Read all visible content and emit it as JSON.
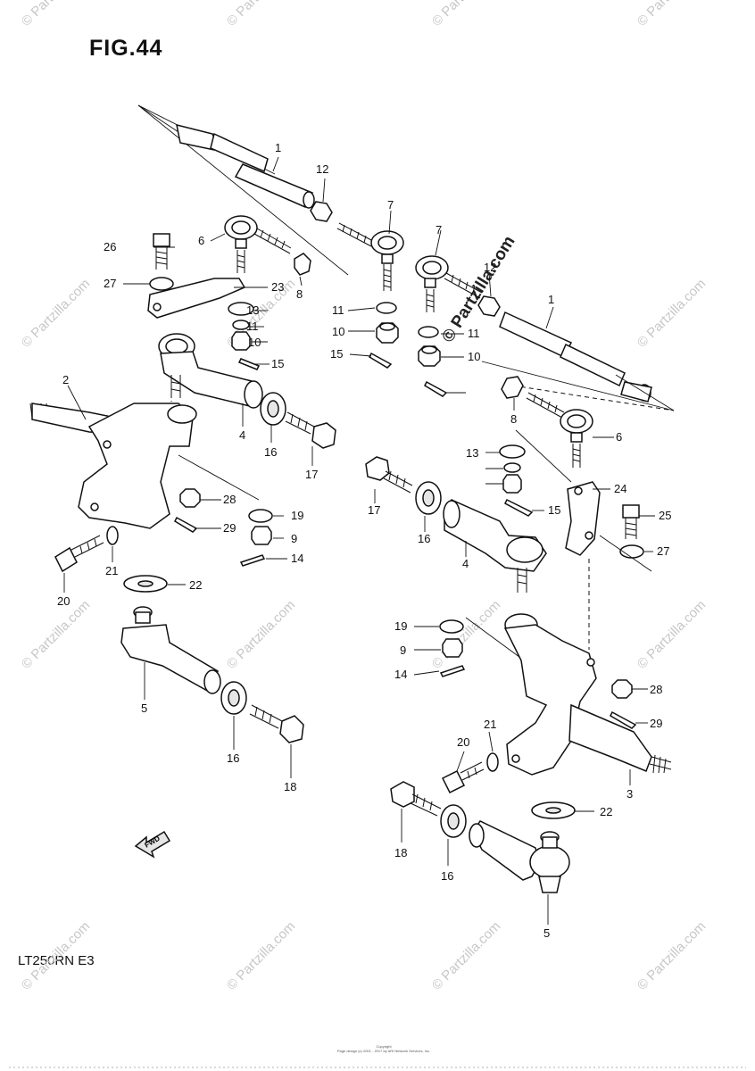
{
  "figure": {
    "title": "FIG.44",
    "model_code": "LT250RN E3",
    "fwd_label": "FWD",
    "footer_line1": "Copyright",
    "footer_line2": "Page design (c) 2001 - 2017 by ARI Network Services, Inc."
  },
  "watermark": {
    "text": "© Partzilla.com"
  },
  "callouts": [
    "1",
    "1",
    "2",
    "3",
    "4",
    "4",
    "5",
    "5",
    "6",
    "6",
    "7",
    "7",
    "8",
    "8",
    "9",
    "9",
    "10",
    "10",
    "10",
    "11",
    "11",
    "11",
    "12",
    "12",
    "13",
    "13",
    "14",
    "14",
    "15",
    "15",
    "15",
    "16",
    "16",
    "16",
    "16",
    "17",
    "17",
    "18",
    "18",
    "19",
    "19",
    "20",
    "20",
    "21",
    "21",
    "22",
    "22",
    "23",
    "24",
    "25",
    "26",
    "27",
    "27",
    "28",
    "28",
    "29",
    "29"
  ]
}
